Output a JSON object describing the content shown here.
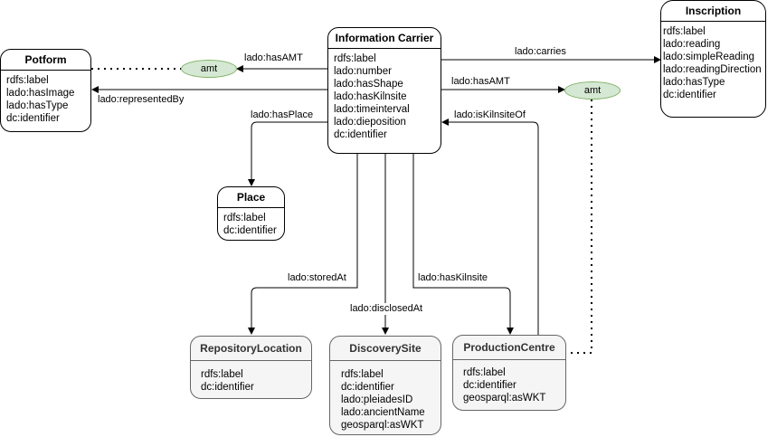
{
  "entities": {
    "information_carrier": {
      "title": "Information Carrier",
      "attributes": [
        "rdfs:label",
        "lado:number",
        "lado:hasShape",
        "lado:hasKilnsite",
        "lado:timeinterval",
        "lado:dieposition",
        "dc:identifier"
      ]
    },
    "potform": {
      "title": "Potform",
      "attributes": [
        "rdfs:label",
        "lado:hasImage",
        "lado:hasType",
        "dc:identifier"
      ]
    },
    "inscription": {
      "title": "Inscription",
      "attributes": [
        "rdfs:label",
        "lado:reading",
        "lado:simpleReading",
        "lado:readingDirection",
        "lado:hasType",
        "dc:identifier"
      ]
    },
    "place": {
      "title": "Place",
      "attributes": [
        "rdfs:label",
        "dc:identifier"
      ]
    },
    "repository_location": {
      "title": "RepositoryLocation",
      "attributes": [
        "rdfs:label",
        "dc:identifier"
      ]
    },
    "discovery_site": {
      "title": "DiscoverySite",
      "attributes": [
        "rdfs:label",
        "dc:identifier",
        "lado:pleiadesID",
        "lado:ancientName",
        "geosparql:asWKT"
      ]
    },
    "production_centre": {
      "title": "ProductionCentre",
      "attributes": [
        "rdfs:label",
        "dc:identifier",
        "geosparql:asWKT"
      ]
    }
  },
  "amt_nodes": {
    "left": "amt",
    "right": "amt"
  },
  "edges": {
    "has_amt_left": "lado:hasAMT",
    "represented_by": "lado:representedBy",
    "carries": "lado:carries",
    "has_amt_right": "lado:hasAMT",
    "is_kilnsite_of": "lado:isKilnsiteOf",
    "has_place": "lado:hasPlace",
    "stored_at": "lado:storedAt",
    "disclosed_at": "lado:disclosedAt",
    "has_kilnsite": "lado:hasKilnsite"
  },
  "colors": {
    "amt_fill": "#d5e8d4",
    "amt_stroke": "#82b366",
    "grey_box_fill": "#f5f5f5"
  }
}
